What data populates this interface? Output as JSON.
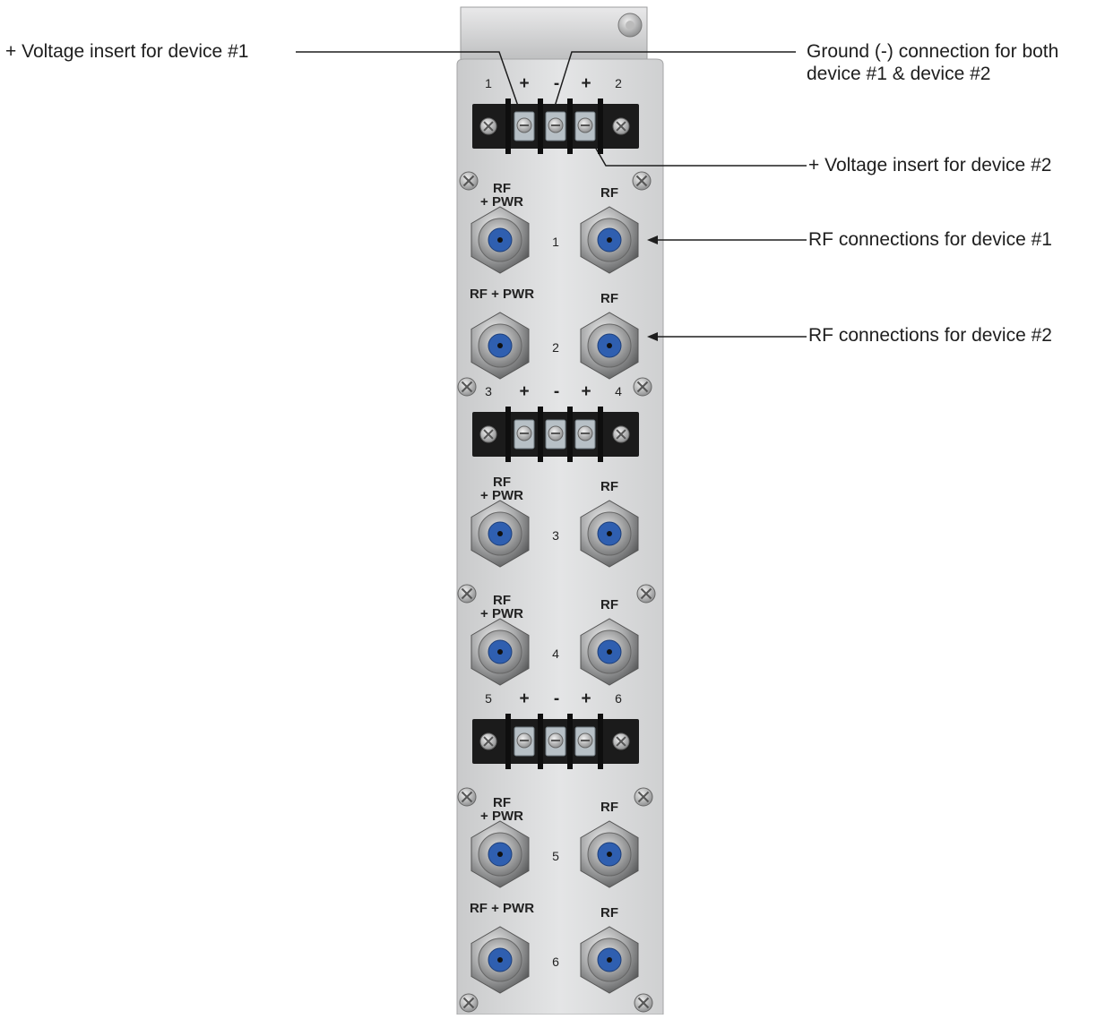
{
  "callouts": {
    "voltage_device1": "+ Voltage insert for device #1",
    "ground_line1": "Ground (-) connection for both",
    "ground_line2": "device #1 & device #2",
    "voltage_device2": "+ Voltage insert for device #2",
    "rf_device1": "RF connections for device #1",
    "rf_device2": "RF connections for device #2"
  },
  "terminal_blocks": [
    {
      "left": "1",
      "plus1": "+",
      "minus": "-",
      "plus2": "+",
      "right": "2"
    },
    {
      "left": "3",
      "plus1": "+",
      "minus": "-",
      "plus2": "+",
      "right": "4"
    },
    {
      "left": "5",
      "plus1": "+",
      "minus": "-",
      "plus2": "+",
      "right": "6"
    }
  ],
  "rf_pairs": [
    {
      "number": "1",
      "left_label_1": "RF",
      "left_label_2": "+ PWR",
      "right_label": "RF"
    },
    {
      "number": "2",
      "left_label_1": "RF + PWR",
      "left_label_2": "",
      "right_label": "RF"
    },
    {
      "number": "3",
      "left_label_1": "RF",
      "left_label_2": "+ PWR",
      "right_label": "RF"
    },
    {
      "number": "4",
      "left_label_1": "RF",
      "left_label_2": "+ PWR",
      "right_label": "RF"
    },
    {
      "number": "5",
      "left_label_1": "RF",
      "left_label_2": "+ PWR",
      "right_label": "RF"
    },
    {
      "number": "6",
      "left_label_1": "RF + PWR",
      "left_label_2": "",
      "right_label": "RF"
    }
  ],
  "colors": {
    "panel": "#d9dadb",
    "terminal_block": "#1b1b1b",
    "connector_center": "#2f5fb0",
    "leader_line": "#1e1e1e"
  }
}
